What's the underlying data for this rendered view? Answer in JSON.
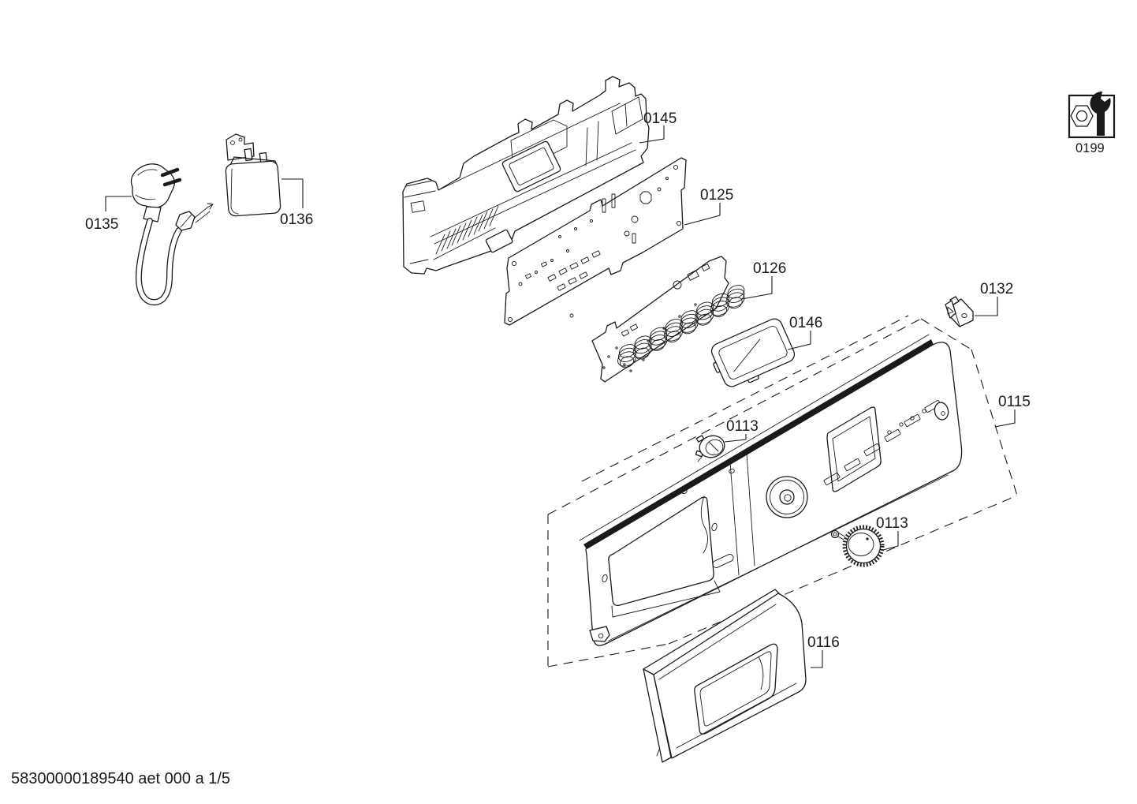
{
  "diagram": {
    "title_hint": "exploded-parts-diagram",
    "footer_code": "58300000189540 aet 000 a 1/5",
    "colors": {
      "line": "#1a1a1a",
      "background": "#ffffff"
    },
    "callouts": {
      "power_cord": {
        "label": "0135"
      },
      "interference_suppressor": {
        "label": "0136"
      },
      "module_carrier": {
        "label": "0145"
      },
      "power_module": {
        "label": "0125"
      },
      "operating_module": {
        "label": "0126"
      },
      "display_window": {
        "label": "0146"
      },
      "fixing_clip": {
        "label": "0132"
      },
      "control_panel": {
        "label": "0115"
      },
      "knob_top": {
        "label": "0113"
      },
      "knob_right": {
        "label": "0113"
      },
      "drawer_handle": {
        "label": "0116"
      },
      "service_kit": {
        "label": "0199",
        "icon": "wrench-nut-icon"
      }
    }
  }
}
